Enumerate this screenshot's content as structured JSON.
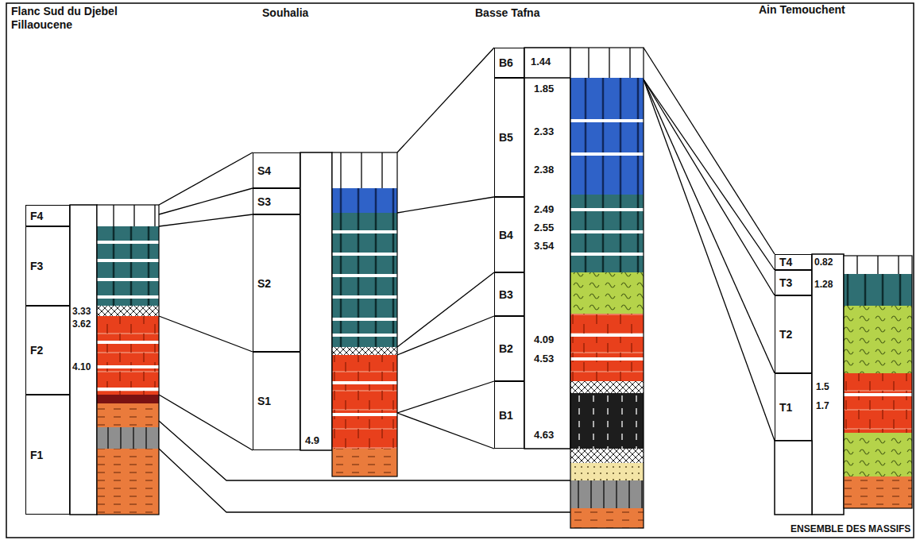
{
  "diagram": {
    "caption": "ENSEMBLE DES MASSIFS",
    "nodes": [
      {
        "text": [
          "F4"
        ]
      },
      {
        "text": [
          "F3"
        ]
      },
      {
        "text": [
          "F2"
        ]
      },
      {
        "text": [
          "F1"
        ]
      },
      {
        "text": [
          "S4"
        ]
      },
      {
        "text": [
          "S3"
        ]
      },
      {
        "text": [
          "S2"
        ]
      },
      {
        "text": [
          "S1"
        ]
      },
      {
        "text": [
          "B6"
        ]
      },
      {
        "text": [
          "B5"
        ]
      },
      {
        "text": [
          "B4"
        ]
      },
      {
        "text": [
          "B3"
        ]
      },
      {
        "text": [
          "B2"
        ]
      },
      {
        "text": [
          "B1"
        ]
      },
      {
        "text": [
          "T4"
        ]
      },
      {
        "text": [
          "T3"
        ]
      },
      {
        "text": [
          "T2"
        ]
      },
      {
        "text": [
          "T1"
        ]
      }
    ],
    "labels": [
      "Flanc Sud du Djebel Fillaoucene",
      "Souhalia",
      "Basse Tafna",
      "Ain Temouchent",
      "3.33",
      "3.62",
      "4.10",
      "4.9",
      "1.44",
      "1.85",
      "2.33",
      "2.38",
      "2.49",
      "2.55",
      "3.54",
      "4.09",
      "4.53",
      "4.63",
      "0.82",
      "1.28",
      "1.5",
      "1.7"
    ]
  }
}
